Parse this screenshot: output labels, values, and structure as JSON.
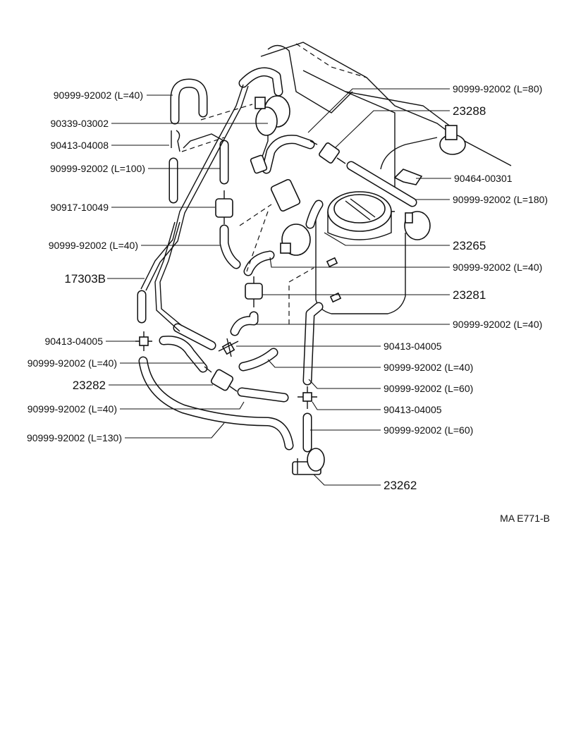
{
  "diagram": {
    "drawing_code": "MA E771-B",
    "labels": {
      "hose_L40_top_left": "90999-92002 (L=40)",
      "part_90339_03002": "90339-03002",
      "part_90413_04008": "90413-04008",
      "hose_L100": "90999-92002 (L=100)",
      "part_90917_10049": "90917-10049",
      "hose_L40_mid_left": "90999-92002 (L=40)",
      "part_17303B": "17303B",
      "tee_90413_04005_left": "90413-04005",
      "hose_L40_lower_left": "90999-92002 (L=40)",
      "part_23282": "23282",
      "hose_L40_bottom_left": "90999-92002 (L=40)",
      "hose_L130": "90999-92002 (L=130)",
      "hose_L80": "90999-92002 (L=80)",
      "part_23288": "23288",
      "part_90464_00301": "90464-00301",
      "hose_L180": "90999-92002 (L=180)",
      "part_23265": "23265",
      "hose_L40_right_1": "90999-92002 (L=40)",
      "part_23281": "23281",
      "hose_L40_right_2": "90999-92002 (L=40)",
      "tee_90413_04005_center": "90413-04005",
      "hose_L40_right_3": "90999-92002 (L=40)",
      "hose_L60_upper": "90999-92002 (L=60)",
      "tee_90413_04005_right": "90413-04005",
      "hose_L60_lower": "90999-92002 (L=60)",
      "part_23262": "23262"
    }
  }
}
